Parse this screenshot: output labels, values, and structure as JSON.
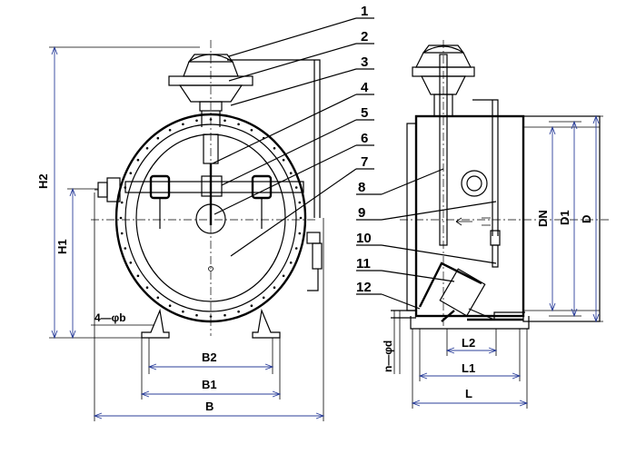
{
  "callouts": [
    "1",
    "2",
    "3",
    "4",
    "5",
    "6",
    "7",
    "8",
    "9",
    "10",
    "11",
    "12"
  ],
  "dimensions": {
    "H2": "H2",
    "H1": "H1",
    "bolt_holes": "4—φb",
    "B2": "B2",
    "B1": "B1",
    "B": "B",
    "DN": "DN",
    "D1": "D1",
    "D": "D",
    "flange_holes": "n—φd",
    "L2": "L2",
    "L1": "L1",
    "L": "L"
  },
  "colors": {
    "line": "#000000",
    "dimension": "#2b3f9a",
    "background": "#ffffff"
  }
}
